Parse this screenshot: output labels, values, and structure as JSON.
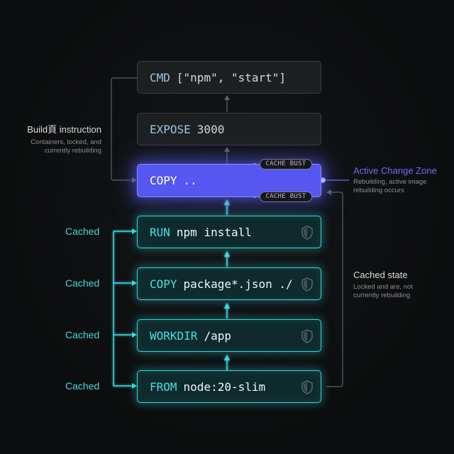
{
  "layers": [
    {
      "id": "cmd",
      "keyword": "CMD",
      "args": "[\"npm\", \"start\"]",
      "state": "pending"
    },
    {
      "id": "expose",
      "keyword": "EXPOSE",
      "args": "3000",
      "state": "pending"
    },
    {
      "id": "copy-all",
      "keyword": "COPY",
      "args": "..",
      "state": "active"
    },
    {
      "id": "run-install",
      "keyword": "RUN",
      "args": "npm install",
      "state": "cached"
    },
    {
      "id": "copy-package",
      "keyword": "COPY",
      "args": "package*.json ./",
      "state": "cached"
    },
    {
      "id": "workdir",
      "keyword": "WORKDIR",
      "args": "/app",
      "state": "cached"
    },
    {
      "id": "from",
      "keyword": "FROM",
      "args": "node:20-slim",
      "state": "cached"
    }
  ],
  "badges": {
    "top": "CACHE BUST",
    "bottom": "CACHE BUST"
  },
  "cached_labels": [
    "Cached",
    "Cached",
    "Cached",
    "Cached"
  ],
  "build_instruction": {
    "title": "Build⾴ instruction",
    "subtitle_line1": "Containers, locked, and",
    "subtitle_line2": "currently rebuilding"
  },
  "active_zone": {
    "title": "Active Change Zone",
    "subtitle_line1": "Rebuilding, active image",
    "subtitle_line2": "rebuilding occurs"
  },
  "cached_state": {
    "title": "Cached state",
    "subtitle_line1": "Locked and are, not",
    "subtitle_line2": "currently rebuilding"
  },
  "colors": {
    "active": "#5657f0",
    "cached": "#35d8e0",
    "pending_border": "#3a3d40",
    "active_zone_text": "#6e6ff7"
  },
  "icons": {
    "cached_layer": "shield-icon"
  }
}
